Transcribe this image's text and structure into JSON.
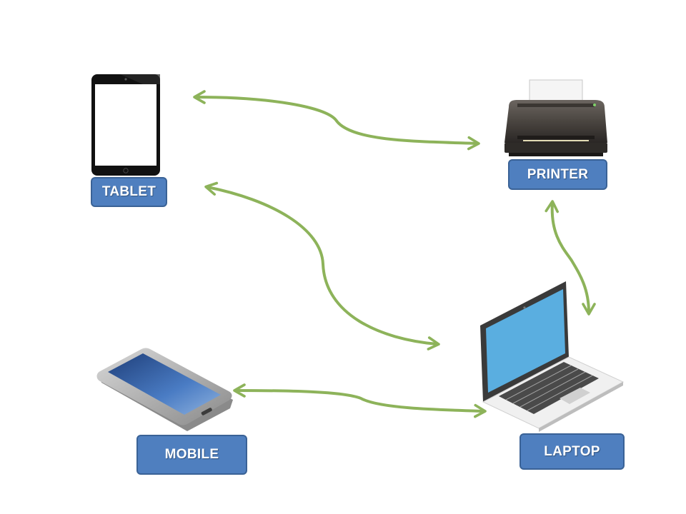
{
  "labels": {
    "tablet": "TABLET",
    "printer": "PRINTER",
    "mobile": "MOBILE",
    "laptop": "LAPTOP"
  },
  "colors": {
    "label_fill": "#4f7fbf",
    "label_border": "#3a6296",
    "label_text": "#ffffff",
    "connector": "#8db35a",
    "laptop_screen": "#5aaee0",
    "phone_screen": "#3d6fb8"
  },
  "icons": [
    "tablet-icon",
    "printer-icon",
    "mobile-phone-icon",
    "laptop-icon"
  ],
  "connections": [
    {
      "from": "tablet",
      "to": "printer",
      "bidirectional": true
    },
    {
      "from": "tablet",
      "to": "laptop",
      "bidirectional": true
    },
    {
      "from": "printer",
      "to": "laptop",
      "bidirectional": true
    },
    {
      "from": "mobile",
      "to": "laptop",
      "bidirectional": true
    }
  ]
}
